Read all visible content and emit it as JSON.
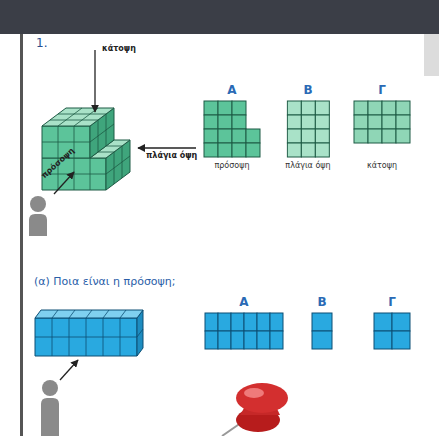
{
  "diagram": {
    "nodes": [
      {
        "text": [
          "Α",
          "πρόσοψη"
        ]
      },
      {
        "text": [
          "Β",
          "πλάγια όψη"
        ]
      },
      {
        "text": [
          "Γ",
          "κάτοψη"
        ]
      },
      {
        "text": [
          "Α"
        ]
      },
      {
        "text": [
          "Β"
        ]
      },
      {
        "text": [
          "Γ"
        ]
      }
    ],
    "labels": [
      "1.",
      "κάτοψη",
      "πλάγια όψη",
      "πρόσοψη",
      "(α) Ποια είναι η πρόσοψη;"
    ]
  }
}
